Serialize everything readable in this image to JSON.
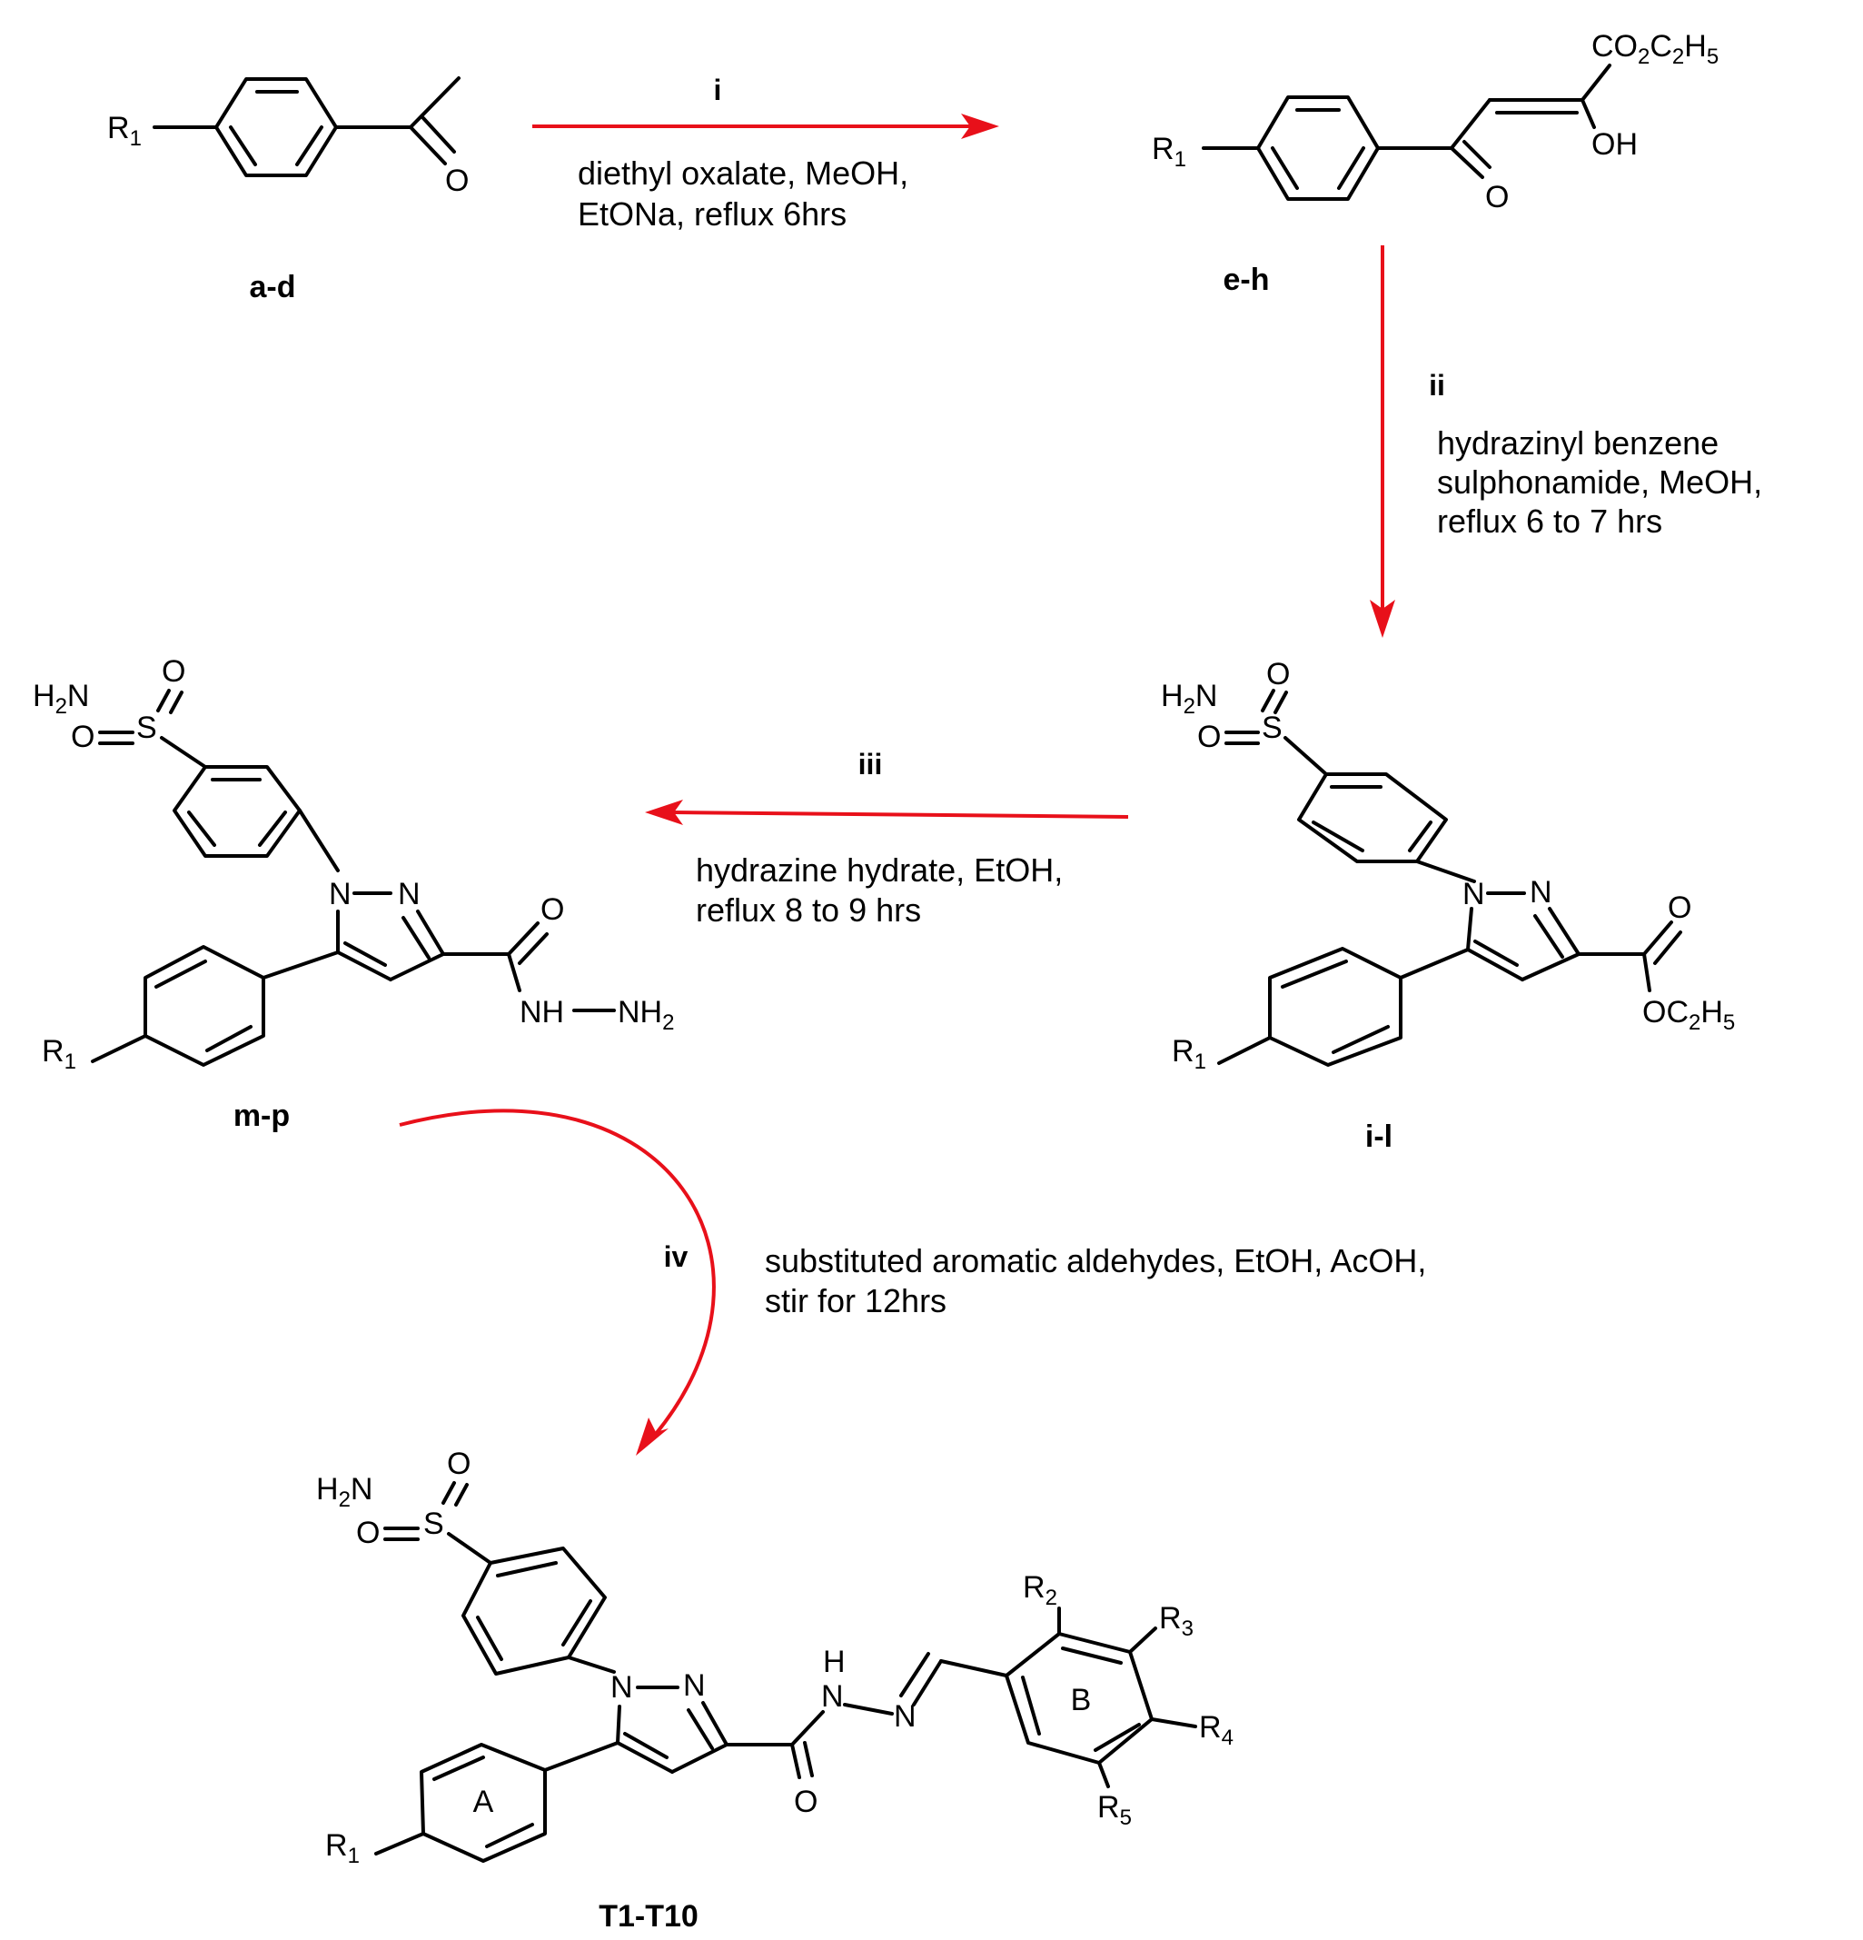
{
  "scheme": {
    "steps": [
      {
        "id": "i",
        "label": "i",
        "conditions": [
          "diethyl oxalate, MeOH,",
          "EtONa, reflux 6hrs"
        ]
      },
      {
        "id": "ii",
        "label": "ii",
        "conditions": [
          "hydrazinyl benzene",
          "sulphonamide, MeOH,",
          "reflux  6 to 7 hrs"
        ]
      },
      {
        "id": "iii",
        "label": "iii",
        "conditions": [
          "hydrazine hydrate, EtOH,",
          "reflux 8 to 9 hrs"
        ]
      },
      {
        "id": "iv",
        "label": "iv",
        "conditions": [
          "substituted aromatic aldehydes, EtOH, AcOH,",
          "stir for 12hrs"
        ]
      }
    ],
    "compounds": {
      "ad": "a-d",
      "eh": "e-h",
      "il": "i-l",
      "mp": "m-p",
      "t": "T1-T10"
    },
    "ring_labels": {
      "a": "A",
      "b": "B"
    },
    "colors": {
      "arrow": "#e8101a",
      "bond": "#000000"
    }
  }
}
